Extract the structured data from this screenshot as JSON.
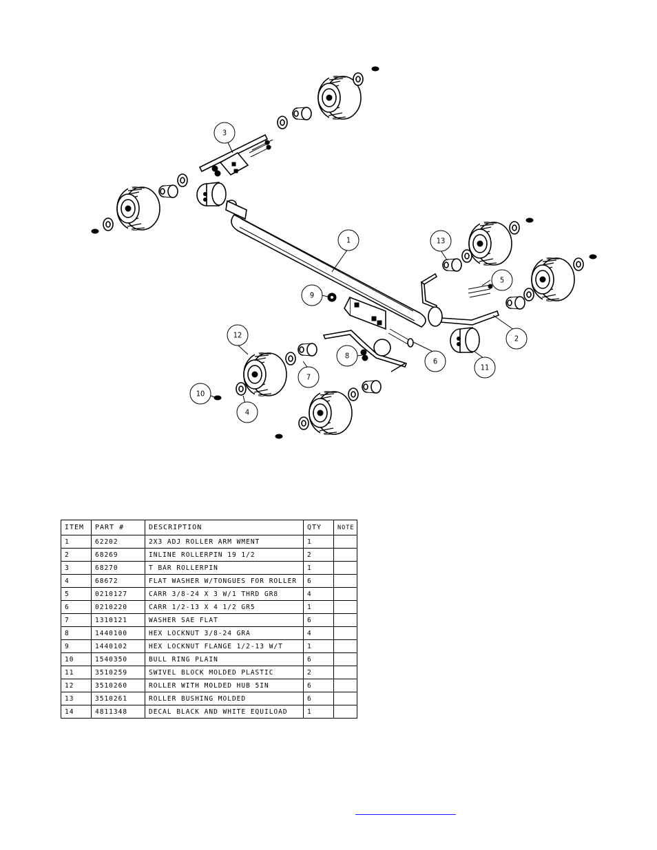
{
  "callouts": [
    {
      "id": "1",
      "label": "1"
    },
    {
      "id": "2",
      "label": "2"
    },
    {
      "id": "3",
      "label": "3"
    },
    {
      "id": "4",
      "label": "4"
    },
    {
      "id": "5",
      "label": "5"
    },
    {
      "id": "6",
      "label": "6"
    },
    {
      "id": "7",
      "label": "7"
    },
    {
      "id": "8",
      "label": "8"
    },
    {
      "id": "9",
      "label": "9"
    },
    {
      "id": "10",
      "label": "10"
    },
    {
      "id": "11",
      "label": "11"
    },
    {
      "id": "12",
      "label": "12"
    },
    {
      "id": "13",
      "label": "13"
    }
  ],
  "bom": {
    "headers": {
      "item": "ITEM",
      "part": "PART #",
      "description": "DESCRIPTION",
      "qty": "QTY",
      "note": "NOTE"
    },
    "rows": [
      {
        "item": "1",
        "part": "62202",
        "description": "2X3 ADJ ROLLER ARM WMENT",
        "qty": "1",
        "note": ""
      },
      {
        "item": "2",
        "part": "68269",
        "description": "INLINE ROLLERPIN 19 1/2",
        "qty": "2",
        "note": ""
      },
      {
        "item": "3",
        "part": "68270",
        "description": "T BAR ROLLERPIN",
        "qty": "1",
        "note": ""
      },
      {
        "item": "4",
        "part": "68672",
        "description": "FLAT WASHER W/TONGUES FOR ROLLER",
        "qty": "6",
        "note": ""
      },
      {
        "item": "5",
        "part": "0210127",
        "description": "CARR 3/8-24 X 3 W/1 THRD GR8",
        "qty": "4",
        "note": ""
      },
      {
        "item": "6",
        "part": "0210220",
        "description": "CARR 1/2-13 X 4 1/2 GR5",
        "qty": "1",
        "note": ""
      },
      {
        "item": "7",
        "part": "1310121",
        "description": "WASHER SAE FLAT",
        "qty": "6",
        "note": ""
      },
      {
        "item": "8",
        "part": "1440100",
        "description": "HEX LOCKNUT 3/8-24 GRA",
        "qty": "4",
        "note": ""
      },
      {
        "item": "9",
        "part": "1440102",
        "description": "HEX LOCKNUT FLANGE 1/2-13 W/T",
        "qty": "1",
        "note": ""
      },
      {
        "item": "10",
        "part": "1540350",
        "description": "BULL RING PLAIN",
        "qty": "6",
        "note": ""
      },
      {
        "item": "11",
        "part": "3510259",
        "description": "SWIVEL BLOCK MOLDED PLASTIC",
        "qty": "2",
        "note": ""
      },
      {
        "item": "12",
        "part": "3510260",
        "description": "ROLLER WITH MOLDED HUB  5IN",
        "qty": "6",
        "note": ""
      },
      {
        "item": "13",
        "part": "3510261",
        "description": "ROLLER BUSHING MOLDED",
        "qty": "6",
        "note": ""
      },
      {
        "item": "14",
        "part": "4811348",
        "description": "DECAL BLACK AND WHITE EQUILOAD",
        "qty": "1",
        "note": ""
      }
    ]
  }
}
